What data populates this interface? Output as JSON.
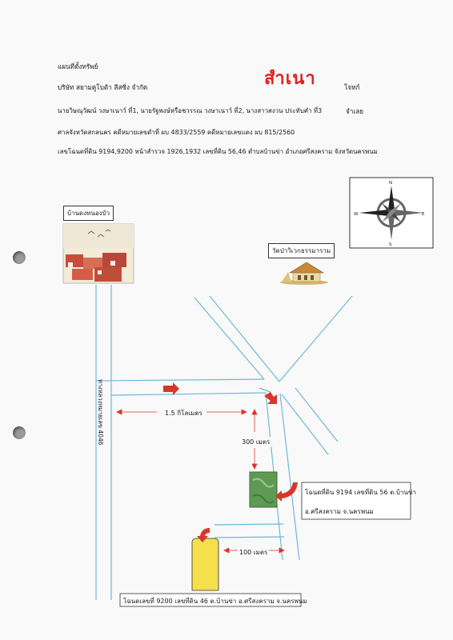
{
  "header": {
    "title": "แผนที่ตั้งทรัพย์",
    "company": "บริษัท สยามคูโบต้า ลีสซิ่ง จำกัด",
    "plaintiff": "โจทก์",
    "defendants": "นายวิษณุวัฒน์ วงษาเนาว์ ที่1, นายรัฐพงษ์หรือชวรรณ วงษาเนาว์ ที่2, นางสาวสงวน ประทับคำ ที่3",
    "defendant_label": "จำเลย",
    "court": "ศาลจังหวัดสกลนคร คดีหมายเลขดำที่ ผบ 4833/2559 คดีหมายเลขแดง ผบ 815/2560",
    "deed": "เลขโฉนดที่ดิน 9194,9200 หน้าสำรวจ 1926,1932 เลขที่ดิน 56,46 ตำบลบ้านข่า อำเภอศรีสงคราม จังหวัดนครพนม",
    "stamp": "สำเนา"
  },
  "map": {
    "village_label": "บ้านดงหนองบัว",
    "temple_label": "วัดป่าวิเวกธรรมาราม",
    "road_label": "ทางหลวงหมายเลข 4046",
    "dist_1": "1.5 กิโลเมตร",
    "dist_2": "300 เมตร",
    "dist_3": "100 เมตร",
    "parcel1_line1": "โฉนดที่ดิน 9194 เลขที่ดิน 56 ต.บ้านข่า",
    "parcel1_line2": "อ.ศรีสงคราม จ.นครพนม",
    "parcel2": "โฉนดเลขที่ 9200 เลขที่ดิน 46 ต.บ้านข่า อ.ศรีสงคราม จ.นครพนม",
    "compass_n": "N",
    "compass_s": "S",
    "compass_e": "E",
    "compass_w": "W"
  },
  "colors": {
    "road": "#6fb7d8",
    "arrow": "#d9362b",
    "parcel_yellow": "#f4e04d",
    "parcel_green": "#5f9a55"
  }
}
